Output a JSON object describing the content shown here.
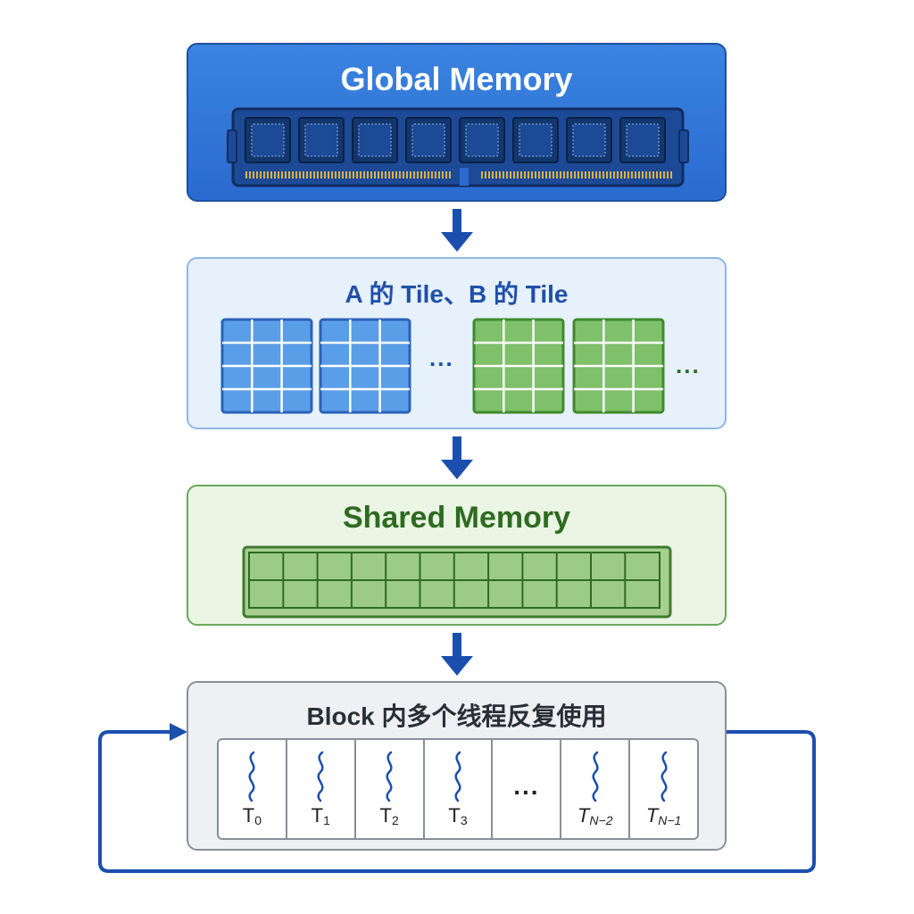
{
  "global_memory": {
    "title": "Global Memory"
  },
  "tiles": {
    "title": "A 的 Tile、B 的 Tile",
    "ellipsis_a": "...",
    "ellipsis_b": "..."
  },
  "shared_memory": {
    "title": "Shared Memory"
  },
  "block": {
    "title": "Block 内多个线程反复使用",
    "threads": [
      {
        "base": "T",
        "sub": "0",
        "italic": false
      },
      {
        "base": "T",
        "sub": "1",
        "italic": false
      },
      {
        "base": "T",
        "sub": "2",
        "italic": false
      },
      {
        "base": "T",
        "sub": "3",
        "italic": false
      },
      {
        "ellipsis": "..."
      },
      {
        "base": "T",
        "sub": "N−2",
        "italic": true
      },
      {
        "base": "T",
        "sub": "N−1",
        "italic": true
      }
    ]
  },
  "colors": {
    "arrow": "#1a4fae",
    "tile_a": "#5b9ee8",
    "tile_a_border": "#2a62b8",
    "tile_b": "#7fc06a",
    "tile_b_border": "#3f8a2c",
    "loop": "#1a4fae"
  }
}
